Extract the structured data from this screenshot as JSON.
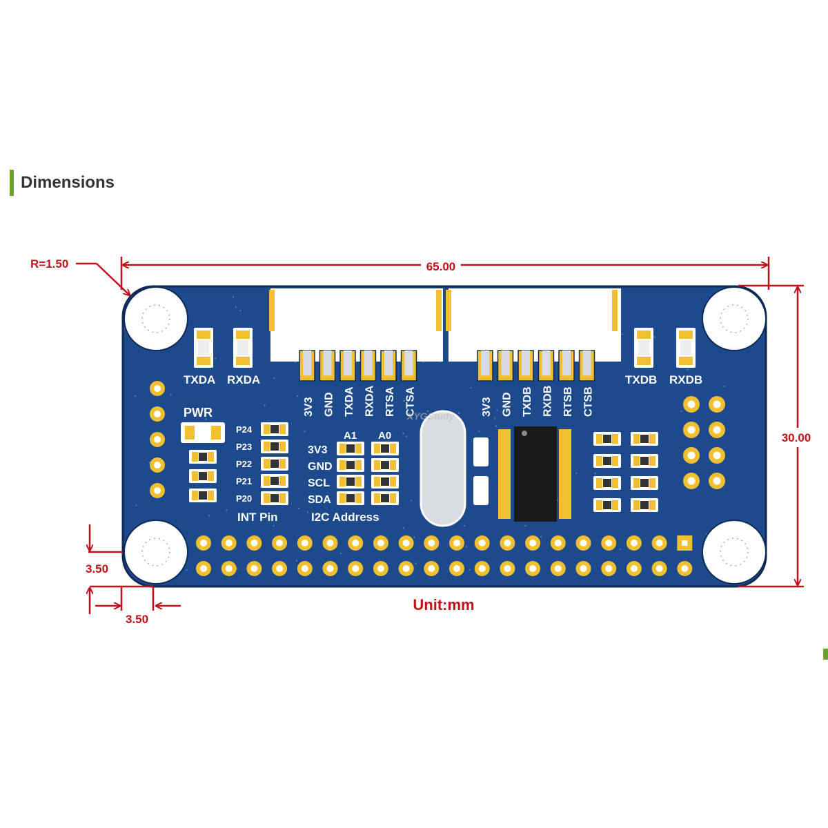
{
  "section_title": "Dimensions",
  "dimensions": {
    "radius": "R=1.50",
    "width": "65.00",
    "height": "30.00",
    "hole_offset_y": "3.50",
    "hole_offset_x": "3.50",
    "unit": "Unit:mm"
  },
  "board": {
    "led_labels_a": [
      "TXDA",
      "RXDA"
    ],
    "led_labels_b": [
      "TXDB",
      "RXDB"
    ],
    "connector_a_pins": [
      "3V3",
      "GND",
      "TXDA",
      "RXDA",
      "RTSA",
      "CTSA"
    ],
    "connector_b_pins": [
      "3V3",
      "GND",
      "TXDB",
      "RXDB",
      "RTSB",
      "CTSB"
    ],
    "pwr_label": "PWR",
    "int_pins": [
      "P24",
      "P23",
      "P22",
      "P21",
      "P20"
    ],
    "int_title": "INT Pin",
    "i2c_cols": [
      "A1",
      "A0"
    ],
    "i2c_rows": [
      "3V3",
      "GND",
      "SCL",
      "SDA"
    ],
    "i2c_title": "I2C Address",
    "watermark": "XYGStudy"
  },
  "colors": {
    "pcb": "#1d4a8c",
    "gold": "#f0c030",
    "dimension": "#c0101a",
    "accent": "#6aa425"
  }
}
